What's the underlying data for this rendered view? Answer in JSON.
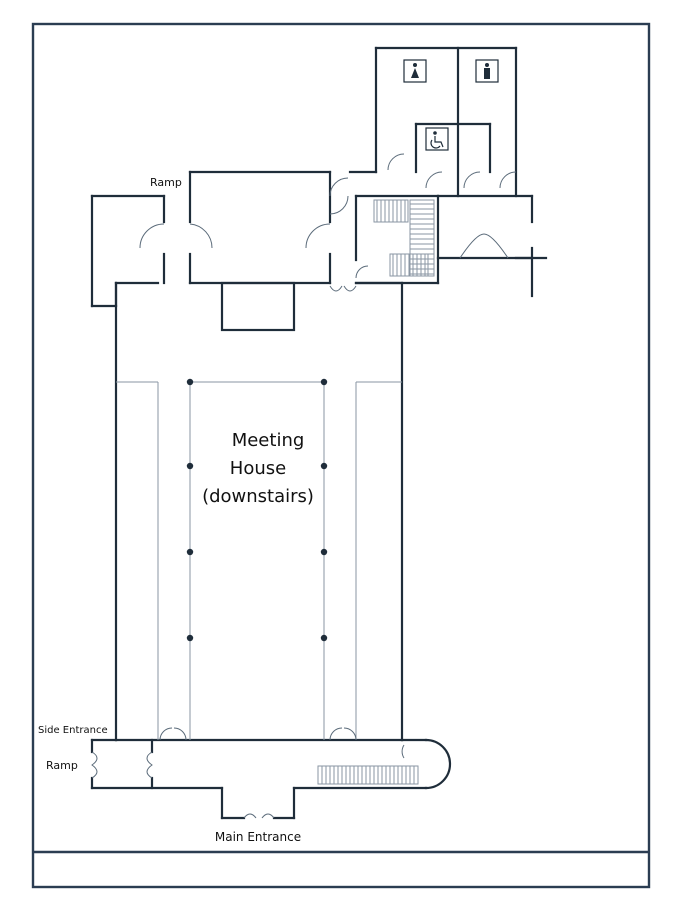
{
  "map": {
    "title_lines": [
      "Meeting",
      "House",
      "(downstairs)"
    ],
    "labels": {
      "ramp_top": "Ramp",
      "side_entrance": "Side Entrance",
      "ramp_side": "Ramp",
      "main_entrance": "Main Entrance"
    },
    "icons": [
      "female-toilet-icon",
      "male-toilet-icon",
      "accessible-toilet-icon"
    ]
  }
}
